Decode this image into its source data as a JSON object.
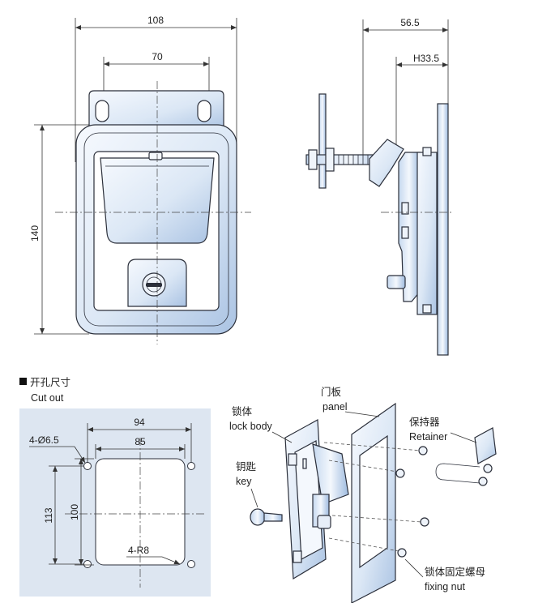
{
  "main_view": {
    "dim_width": "108",
    "dim_hole_spacing": "70",
    "dim_height": "140"
  },
  "side_view": {
    "dim_depth": "56.5",
    "dim_h": "H33.5"
  },
  "cutout": {
    "title_cn": "开孔尺寸",
    "title_en": "Cut out",
    "dim_outer_width": "94",
    "dim_inner_width": "85",
    "dim_holes": "4-Ø6.5",
    "dim_outer_height": "113",
    "dim_inner_height": "100",
    "dim_radius": "4-R8"
  },
  "exploded": {
    "lock_body_cn": "锁体",
    "lock_body_en": "lock body",
    "panel_cn": "门板",
    "panel_en": "panel",
    "retainer_cn": "保持器",
    "retainer_en": "Retainer",
    "key_cn": "钥匙",
    "key_en": "key",
    "fixing_nut_cn": "锁体固定螺母",
    "fixing_nut_en": "fixing nut"
  },
  "colors": {
    "part_fill_light": "#f4f8fd",
    "part_fill_dark": "#b9cfe9",
    "cutout_bg": "#dde6f1",
    "outline": "#2b2f3a"
  }
}
